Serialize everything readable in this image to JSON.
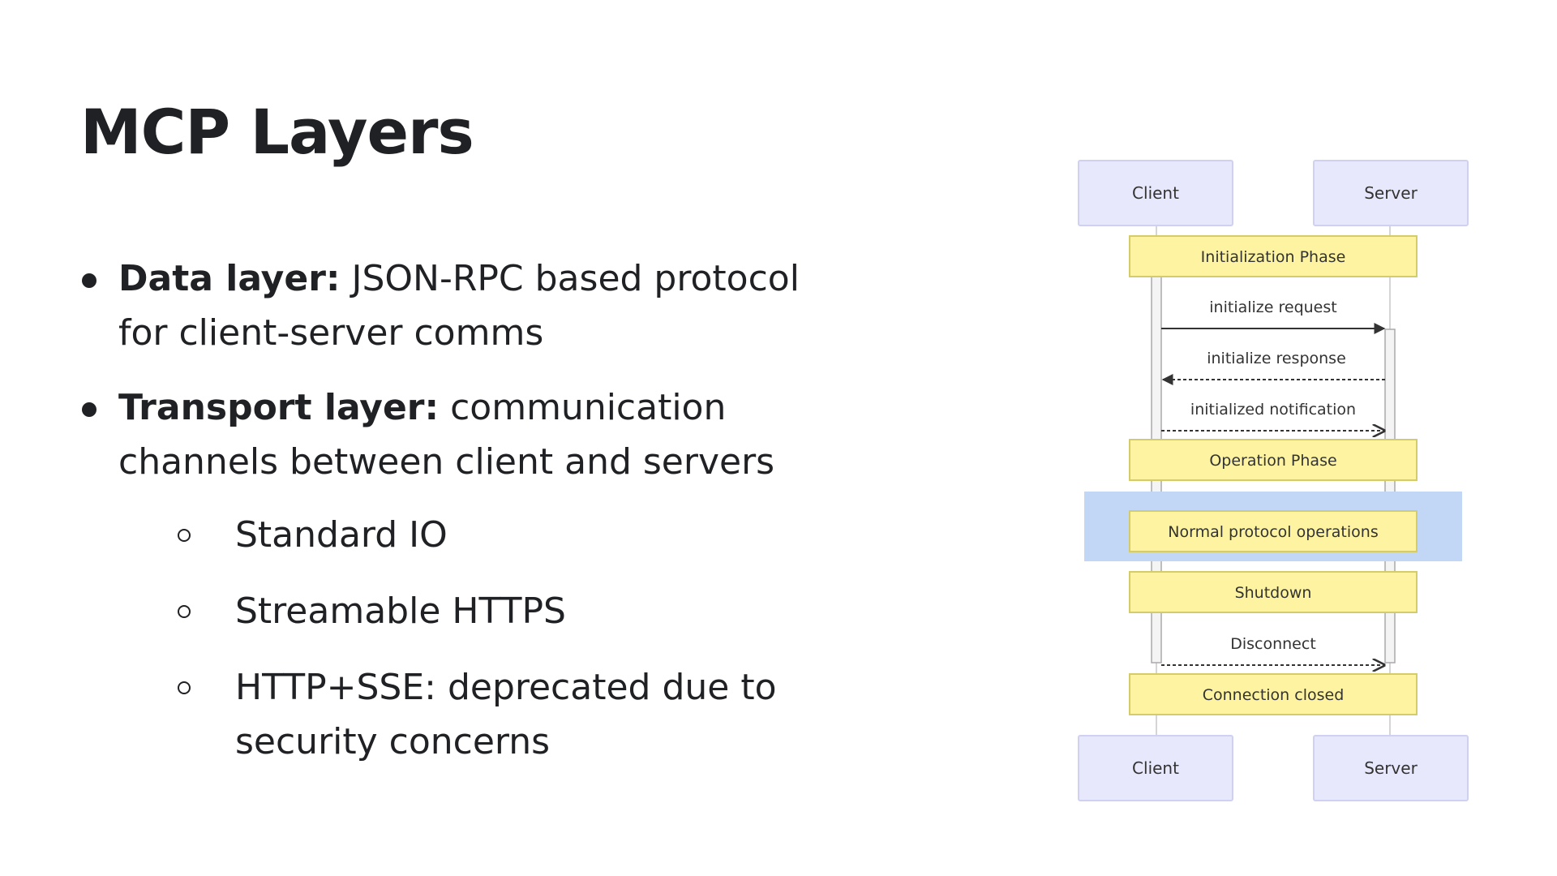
{
  "slide": {
    "title": "MCP Layers",
    "bullets": [
      {
        "bold": "Data layer:",
        "text": " JSON-RPC based protocol for client-server comms"
      },
      {
        "bold": "Transport layer:",
        "text": " communication channels between client and servers"
      }
    ],
    "sub_bullets": [
      "Standard IO",
      "Streamable HTTPS",
      "HTTP+SSE: deprecated due to security concerns"
    ]
  },
  "diagram": {
    "participants": {
      "left": "Client",
      "right": "Server"
    },
    "phases": {
      "init": "Initialization Phase",
      "operation": "Operation Phase",
      "normal": "Normal protocol operations",
      "shutdown": "Shutdown",
      "closed": "Connection closed"
    },
    "messages": {
      "init_request": "initialize request",
      "init_response": "initialize response",
      "initialized": "initialized notification",
      "disconnect": "Disconnect"
    },
    "colors": {
      "participant_fill": "#e8e8fd",
      "participant_border": "#cfd0f2",
      "note_fill": "#fdf3a1",
      "note_border": "#d4cc6b",
      "highlight": "#c2d7f6",
      "arrow": "#333333"
    }
  }
}
